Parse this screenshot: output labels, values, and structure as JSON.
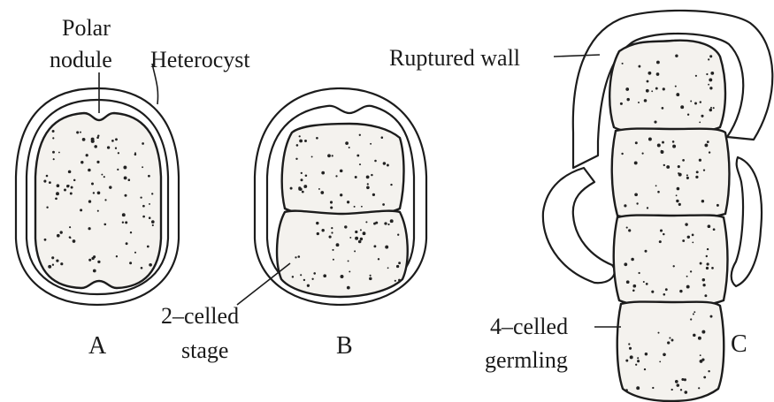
{
  "figure": {
    "panels": [
      {
        "id": "A",
        "letter": "A"
      },
      {
        "id": "B",
        "letter": "B"
      },
      {
        "id": "C",
        "letter": "C"
      }
    ],
    "labels": {
      "polar_nodule_line1": "Polar",
      "polar_nodule_line2": "nodule",
      "heterocyst": "Heterocyst",
      "two_celled_line1": "2–celled",
      "two_celled_line2": "stage",
      "ruptured_wall": "Ruptured wall",
      "four_celled_line1": "4–celled",
      "four_celled_line2": "germling"
    }
  }
}
